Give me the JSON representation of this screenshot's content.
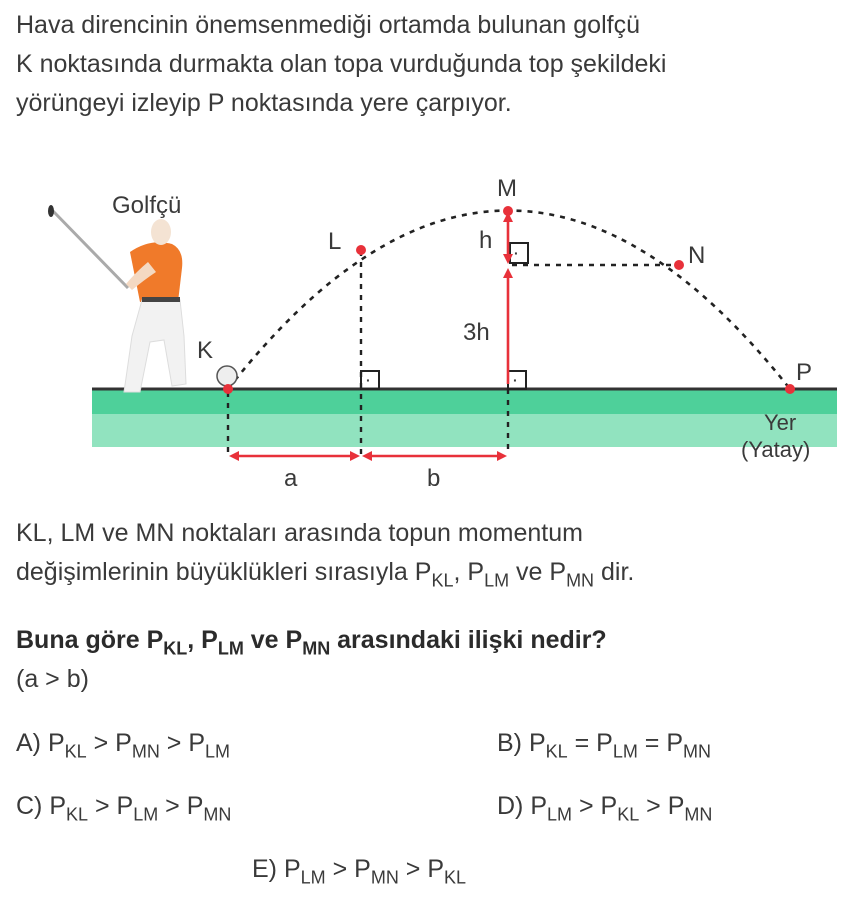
{
  "intro_lines": [
    "Hava direncinin önemsenmediği ortamda bulunan golfçü",
    "K noktasında durmakta olan topa vurduğunda top şekildeki",
    "yörüngeyi izleyip P noktasında yere çarpıyor."
  ],
  "figure": {
    "golfer_label": "Golfçü",
    "point_K": "K",
    "point_L": "L",
    "point_M": "M",
    "point_N": "N",
    "point_P": "P",
    "label_h": "h",
    "label_3h": "3h",
    "label_a": "a",
    "label_b": "b",
    "ground_label": "Yer",
    "ground_sub": "(Yatay)",
    "right_angle_mark": "·",
    "colors": {
      "point": "#e8313a",
      "arrow": "#e8313a",
      "ground": "#4ed09a",
      "shirt": "#f07a2a"
    }
  },
  "text2": {
    "line1": "KL, LM ve MN noktaları arasında topun momentum",
    "line2_pre": "değişimlerinin büyüklükleri sırasıyla P",
    "sub_KL": "KL",
    "comma": ", P",
    "sub_LM": "LM",
    "ve": " ve P",
    "sub_MN": "MN",
    "line2_post": " dir."
  },
  "question": {
    "pre": "Buna göre P",
    "sub1": "KL",
    "mid1": ", P",
    "sub2": "LM",
    "mid2": " ve P",
    "sub3": "MN",
    "post": " arasındaki ilişki nedir?",
    "condition": "(a > b)"
  },
  "options": {
    "A": {
      "label": "A) ",
      "parts": [
        "P",
        "KL",
        " > P",
        "MN",
        " > P",
        "LM"
      ]
    },
    "B": {
      "label": "B) ",
      "parts": [
        "P",
        "KL",
        " = P",
        "LM",
        " = P",
        "MN"
      ]
    },
    "C": {
      "label": "C) ",
      "parts": [
        "P",
        "KL",
        " > P",
        "LM",
        " > P",
        "MN"
      ]
    },
    "D": {
      "label": "D) ",
      "parts": [
        "P",
        "LM",
        " > P",
        "KL",
        " > P",
        "MN"
      ]
    },
    "E": {
      "label": "E) ",
      "parts": [
        "P",
        "LM",
        " > P",
        "MN",
        " > P",
        "KL"
      ]
    }
  }
}
